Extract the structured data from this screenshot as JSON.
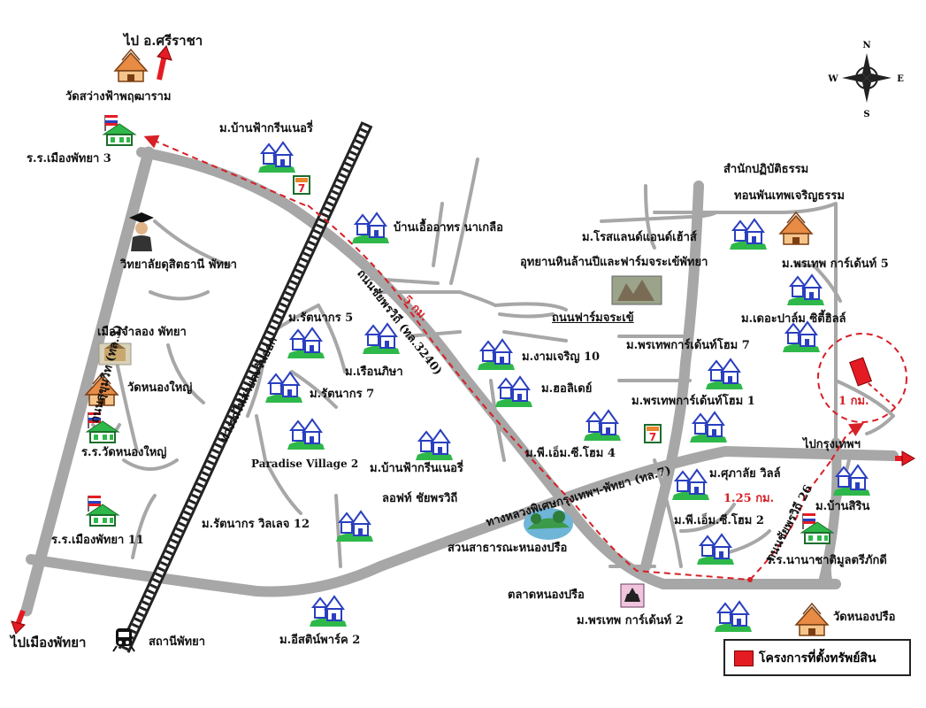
{
  "compass": {
    "n": "N",
    "s": "S",
    "e": "E",
    "w": "W"
  },
  "labels": {
    "to_sriracha": "ไป อ.ศรีราชา",
    "wat_sawang": "วัดสว่างฟ้าพฤฒาราม",
    "school_pattaya3": "ร.ร.เมืองพัทยา 3",
    "ban_fa_green_north": "ม.บ้านฟ้ากรีนเนอรี่",
    "ban_ueaarthorn": "บ้านเอื้ออาทร นาเกลือ",
    "dusit_college": "วิทยาลัยดุสิตธานี พัทยา",
    "muang_jamlong": "เมืองจำลอง พัทยา",
    "wat_nong_yai": "วัดหนองใหญ่",
    "school_nong_yai": "ร.ร.วัดหนองใหญ่",
    "school_pattaya11": "ร.ร.เมืองพัทยา 11",
    "to_pattaya": "ไปเมืองพัทยา",
    "pattaya_station": "สถานีพัทยา",
    "ratanakorn5": "ม.รัตนากร 5",
    "ruenpisa": "ม.เรือนภิษา",
    "ratanakorn7": "ม.รัตนากร 7",
    "paradise_village": "Paradise Village 2",
    "ban_fa_green_south": "ม.บ้านฟ้ากรีนเนอรี่",
    "loft_chaiyaphruek": "ลอฟท์ ชัยพรวิถี",
    "ratanakorn_villa": "ม.รัตนากร วิลเลจ 12",
    "eastern_park": "ม.อีสติน์พาร์ค 2",
    "ngam_charoen": "ม.งามเจริญ 10",
    "horizon": "ม.ฮอลิเดย์",
    "pm_home4": "ม.พี.เอ็ม.ซี.โฮม 4",
    "nong_prue_park": "สวนสาธารณะหนองปรือ",
    "nong_prue_market": "ตลาดหนองปรือ",
    "phonthep_garden2": "ม.พรเทพ การ์เด้นท์ 2",
    "wat_nong_prue": "วัดหนองปรือ",
    "rose_land": "ม.โรสแลนด์แอนด์เฮ้าส์",
    "stone_park": "อุทยานหินล้านปีและฟาร์มจระเข้พัทยา",
    "crocodile_farm_road": "ถนนฟาร์มจระเข้",
    "phonthep_home7": "ม.พรเทพการ์เด้นท์โฮม 7",
    "phonthep_home1": "ม.พรเทพการ์เด้นท์โฮม 1",
    "suphalai_ville": "ม.ศุภาลัย วิลล์",
    "pm_home2": "ม.พี.เอ็ม.ซี.โฮม 2",
    "dharma_center_1": "สำนักปฏิบัติธรรม",
    "dharma_center_2": "ทอนพันเทพเจริญธรรม",
    "phonthep_garden5": "ม.พรเทพ การ์เด้นท์ 5",
    "the_palm": "ม.เดอะปาล์ม ซิตี้ฮิลล์",
    "to_bangkok": "ไปกรุงเทพฯ",
    "ban_sirin": "ม.บ้านสิริน",
    "school_nanachat": "ร.ร.นานาชาติมูลตรีภักดี"
  },
  "roads": {
    "sukhumvit": "ถนนสุขุมวิท (ทล.3)",
    "railway": "ทางรถไฟสายตะวันออก",
    "chaiyaphruek": "ถนนชัยพรวิถี (ทล.3240)",
    "highway7": "ทางหลวงพิเศษกรุงเทพฯ-พัทยา (ทล.7)",
    "chaiyaphruek26": "ถนนชัยพรวิถี 26"
  },
  "distances": {
    "d5": "5 กม.",
    "d1": "1 กม.",
    "d125": "1.25 กม."
  },
  "legend": {
    "label": "โครงการที่ตั้งทรัพย์สิน"
  },
  "colors": {
    "road": "#a7a7a7",
    "route": "#d71f26",
    "property": "#e51b24",
    "house_roof": "#2a3fbf",
    "house_lawn": "#2eb84a",
    "arrow": "#e51b24"
  }
}
